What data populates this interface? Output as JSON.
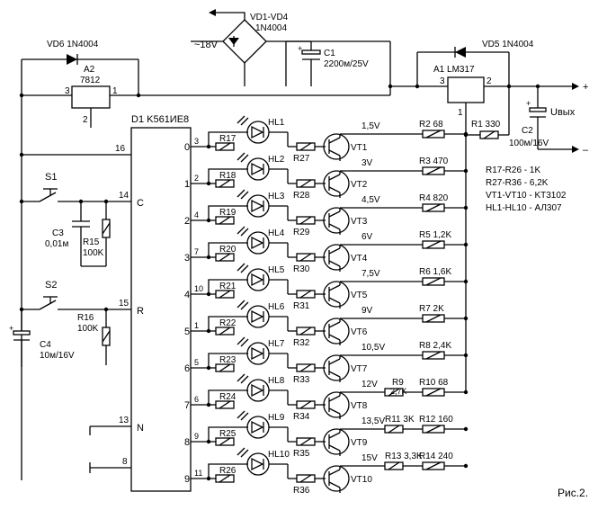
{
  "figure": {
    "caption": "Рис.2."
  },
  "top": {
    "bridge_label": "VD1-VD4",
    "bridge_type": "1N4004",
    "ac_label": "~18V",
    "c1_label": "C1",
    "c1_value": "2200м/25V",
    "vd6": "VD6 1N4004",
    "a2": "A2",
    "a2_type": "7812",
    "a2_pin_in": "3",
    "a2_pin_out": "1",
    "a2_pin_gnd": "2",
    "vd5": "VD5  1N4004",
    "a1": "A1 LM317",
    "a1_pin_in": "3",
    "a1_pin_out": "2",
    "a1_pin_adj": "1",
    "r1": "R1 330",
    "c2_label": "C2",
    "c2_value": "100м/16V",
    "uout": "Uвых",
    "plus": "+",
    "minus": "–"
  },
  "ic": {
    "title": "D1 K561ИЕ8",
    "pin16": "16",
    "pin14": "14",
    "pin15": "15",
    "pin13": "13",
    "pin8": "8",
    "label_c": "C",
    "label_r": "R",
    "label_n": "N"
  },
  "left": {
    "s1": "S1",
    "s2": "S2",
    "c3": "C3",
    "c3_value": "0,01м",
    "r15": "R15",
    "r15_value": "100K",
    "r16": "R16",
    "r16_value": "100K",
    "c4": "C4",
    "c4_value": "10м/16V",
    "plus": "+"
  },
  "notes": [
    "R17-R26 - 1K",
    "R27-R36 - 6,2K",
    "VT1-VT10 - KT3102",
    "HL1-HL10 - АЛ307"
  ],
  "channels": [
    {
      "out": "0",
      "pin": "3",
      "led": "HL1",
      "r_led": "R17",
      "r_base": "R27",
      "vt": "VT1",
      "voltage": "1,5V",
      "r_col": "R2 68"
    },
    {
      "out": "1",
      "pin": "2",
      "led": "HL2",
      "r_led": "R18",
      "r_base": "R28",
      "vt": "VT2",
      "voltage": "3V",
      "r_col": "R3 470"
    },
    {
      "out": "2",
      "pin": "4",
      "led": "HL3",
      "r_led": "R19",
      "r_base": "R29",
      "vt": "VT3",
      "voltage": "4,5V",
      "r_col": "R4 820"
    },
    {
      "out": "3",
      "pin": "7",
      "led": "HL4",
      "r_led": "R20",
      "r_base": "R30",
      "vt": "VT4",
      "voltage": "6V",
      "r_col": "R5 1,2K"
    },
    {
      "out": "4",
      "pin": "10",
      "led": "HL5",
      "r_led": "R21",
      "r_base": "R31",
      "vt": "VT5",
      "voltage": "7,5V",
      "r_col": "R6 1,6K"
    },
    {
      "out": "5",
      "pin": "1",
      "led": "HL6",
      "r_led": "R22",
      "r_base": "R32",
      "vt": "VT6",
      "voltage": "9V",
      "r_col": "R7 2K"
    },
    {
      "out": "6",
      "pin": "5",
      "led": "HL7",
      "r_led": "R23",
      "r_base": "R33",
      "vt": "VT7",
      "voltage": "10,5V",
      "r_col": "R8 2,4K"
    },
    {
      "out": "7",
      "pin": "6",
      "led": "HL8",
      "r_led": "R24",
      "r_base": "R34",
      "vt": "VT8",
      "voltage": "12V",
      "r_col": "R10 68",
      "r_extra": "R9",
      "r_extra_val": "2,7K"
    },
    {
      "out": "8",
      "pin": "9",
      "led": "HL9",
      "r_led": "R25",
      "r_base": "R35",
      "vt": "VT9",
      "voltage": "13,5V",
      "r_col": "R12 160",
      "r_extra": "R11 3K"
    },
    {
      "out": "9",
      "pin": "11",
      "led": "HL10",
      "r_led": "R26",
      "r_base": "R36",
      "vt": "VT10",
      "voltage": "15V",
      "r_col": "R14 240",
      "r_extra": "R13 3,3K"
    }
  ]
}
